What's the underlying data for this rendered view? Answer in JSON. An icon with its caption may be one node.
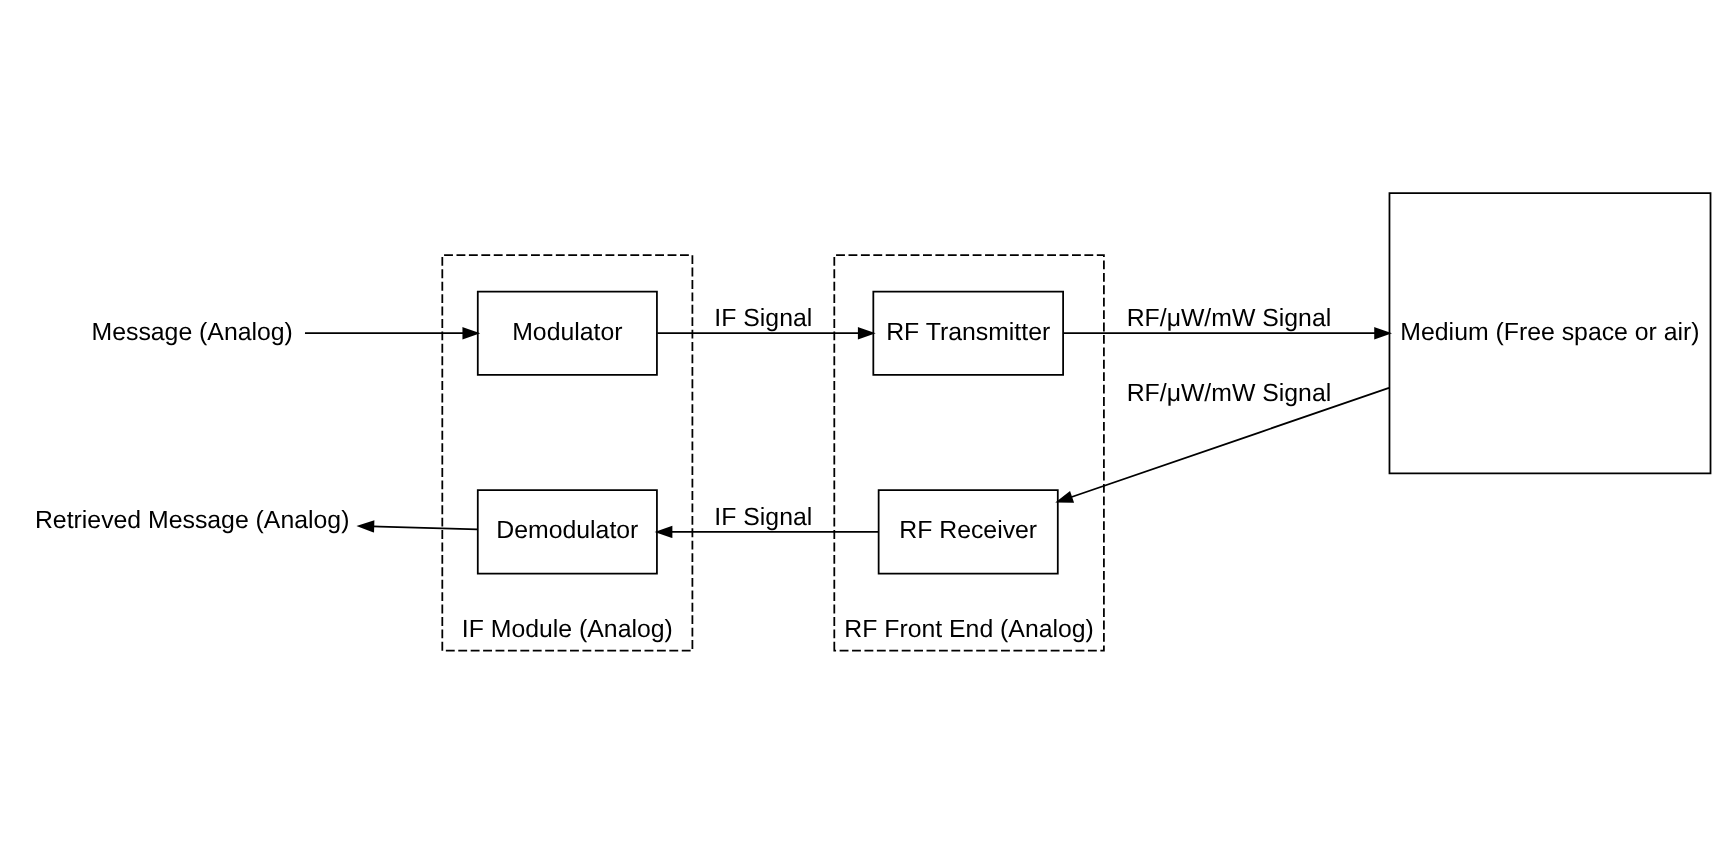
{
  "diagram": {
    "nodes": [
      {
        "text": [
          "Message (Analog)"
        ]
      },
      {
        "text": [
          "IF Module (Analog)"
        ]
      },
      {
        "text": [
          "Modulator"
        ],
        "in": 1
      },
      {
        "text": [
          "Demodulator"
        ],
        "in": 1
      },
      {
        "text": [
          "RF Front End (Analog)"
        ]
      },
      {
        "text": [
          "RF Transmitter"
        ],
        "in": 4
      },
      {
        "text": [
          "RF Receiver"
        ],
        "in": 4
      },
      {
        "text": [
          "Medium (Free space or air)"
        ]
      },
      {
        "text": [
          "Retrieved Message (Analog)"
        ]
      }
    ],
    "edges": [
      {
        "from": 0,
        "to": 2,
        "arrow": "to"
      },
      {
        "from": 2,
        "to": 5,
        "arrow": "to",
        "label": "IF Signal"
      },
      {
        "from": 5,
        "to": 7,
        "arrow": "to",
        "label": "RF/μW/mW Signal"
      },
      {
        "from": 7,
        "to": 6,
        "arrow": "to",
        "label": "RF/μW/mW Signal"
      },
      {
        "from": 6,
        "to": 3,
        "arrow": "to",
        "label": "IF Signal"
      },
      {
        "from": 3,
        "to": 8,
        "arrow": "to"
      }
    ]
  }
}
